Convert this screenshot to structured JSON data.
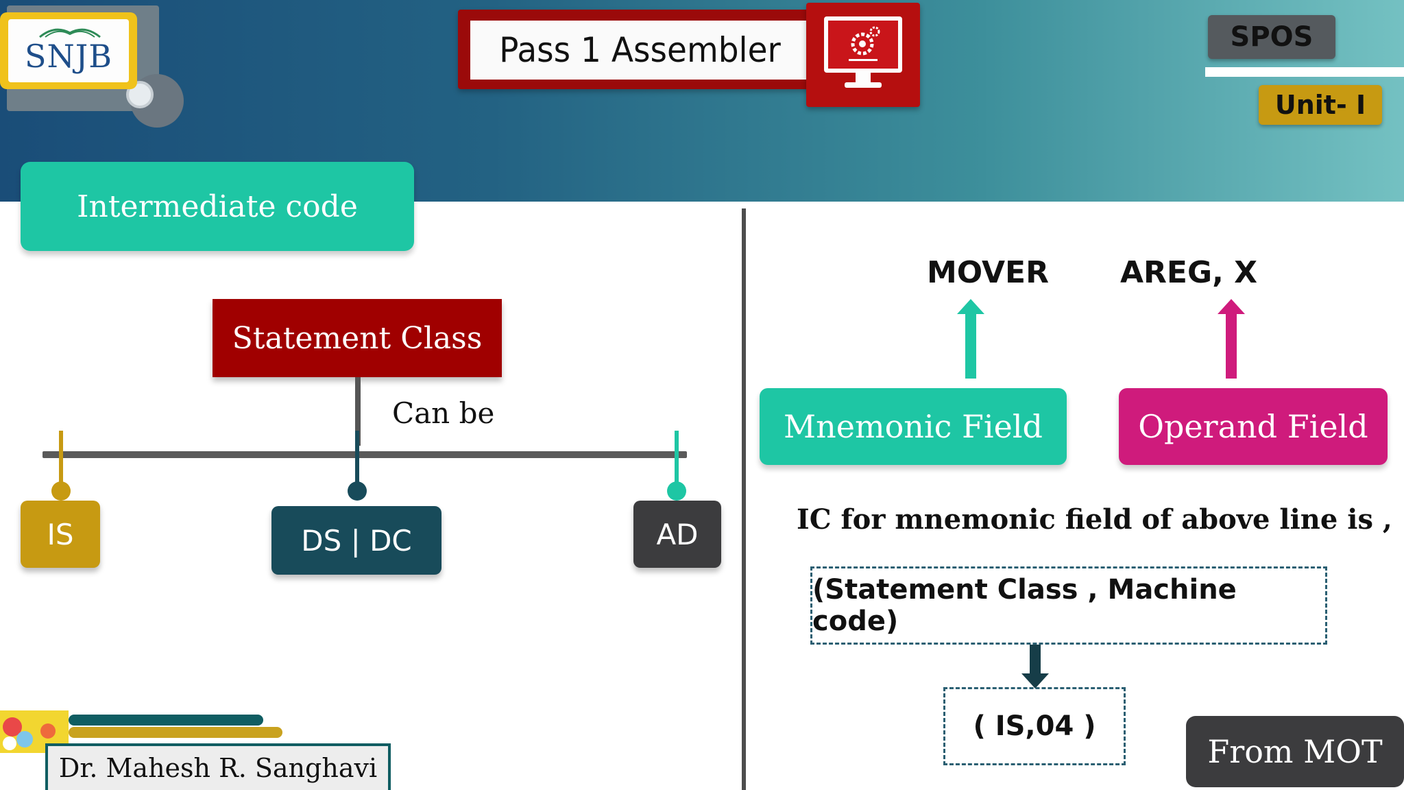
{
  "header": {
    "logo_text": "SNJB",
    "title": "Pass 1 Assembler",
    "subject_badge": "SPOS",
    "unit_badge": "Unit- I"
  },
  "left_panel": {
    "heading": "Intermediate code",
    "root_label": "Statement Class",
    "connector_label": "Can be",
    "classes": [
      {
        "label": "IS",
        "color": "#c79a12"
      },
      {
        "label": "DS | DC",
        "color": "#184b5a"
      },
      {
        "label": "AD",
        "color": "#3c3c3e"
      }
    ]
  },
  "right_panel": {
    "instruction_mnemonic": "MOVER",
    "instruction_operand": "AREG, X",
    "mnemonic_field_label": "Mnemonic Field",
    "operand_field_label": "Operand Field",
    "ic_sentence": "IC for mnemonic field of above line is ,",
    "format_box": "(Statement Class , Machine code)",
    "result_box": "( IS,04 )",
    "source_badge": "From MOT"
  },
  "footer": {
    "author": "Dr. Mahesh R. Sanghavi"
  },
  "colors": {
    "teal": "#1ec6a4",
    "magenta": "#cf1b7c",
    "dark_red": "#a00000",
    "gold": "#c79a12"
  }
}
